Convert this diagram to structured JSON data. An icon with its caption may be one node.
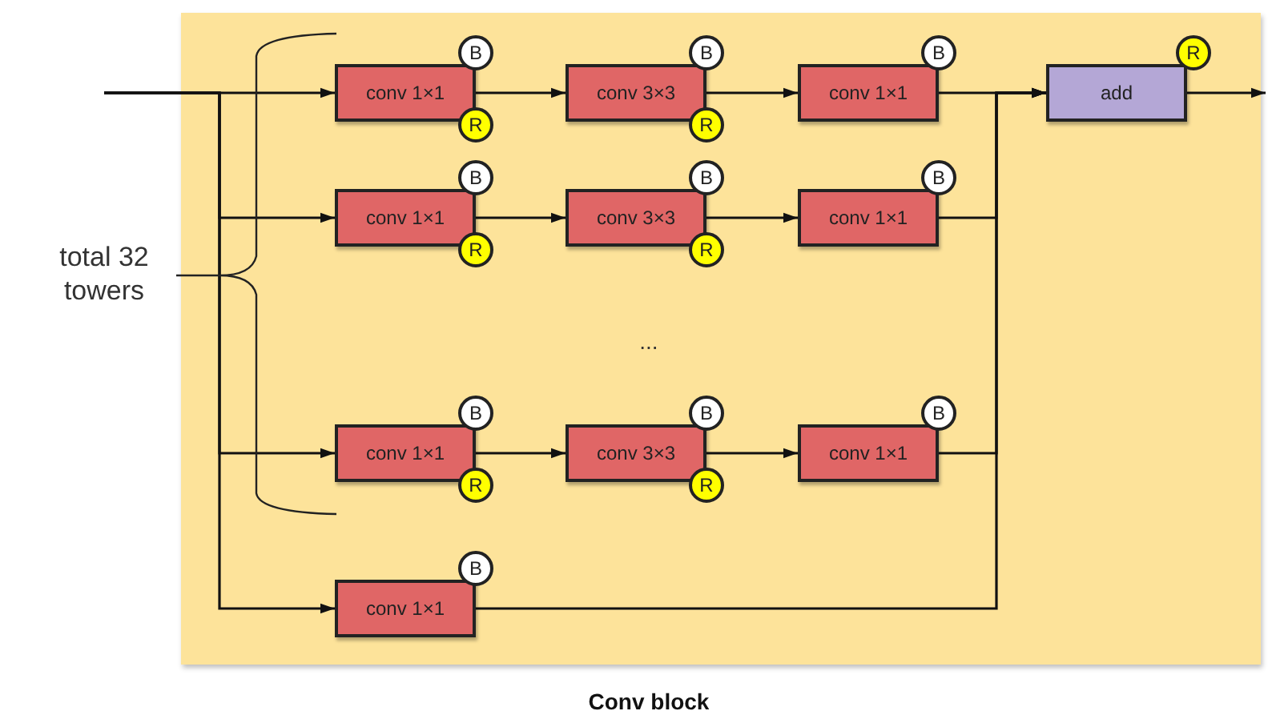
{
  "diagram": {
    "caption": "Conv block",
    "nodes": [
      {
        "text": [],
        "shape": "box"
      },
      {
        "text": [
          "conv 1×1"
        ],
        "in": 0
      },
      {
        "text": [
          "B"
        ],
        "in": 0
      },
      {
        "text": [
          "R"
        ],
        "in": 0
      },
      {
        "text": [
          "conv 3×3"
        ],
        "in": 0
      },
      {
        "text": [
          "B"
        ],
        "in": 0
      },
      {
        "text": [
          "R"
        ],
        "in": 0
      },
      {
        "text": [
          "conv 1×1"
        ],
        "in": 0
      },
      {
        "text": [
          "B"
        ],
        "in": 0
      },
      {
        "text": [
          "add"
        ],
        "in": 0
      },
      {
        "text": [
          "R"
        ],
        "in": 0
      },
      {
        "text": [
          "conv 1×1"
        ],
        "in": 0
      },
      {
        "text": [
          "B"
        ],
        "in": 0
      },
      {
        "text": [
          "R"
        ],
        "in": 0
      },
      {
        "text": [
          "conv 3×3"
        ],
        "in": 0
      },
      {
        "text": [
          "B"
        ],
        "in": 0
      },
      {
        "text": [
          "R"
        ],
        "in": 0
      },
      {
        "text": [
          "conv 1×1"
        ],
        "in": 0
      },
      {
        "text": [
          "B"
        ],
        "in": 0
      },
      {
        "text": [
          "conv 1×1"
        ],
        "in": 0
      },
      {
        "text": [
          "B"
        ],
        "in": 0
      },
      {
        "text": [
          "R"
        ],
        "in": 0
      },
      {
        "text": [
          "conv 3×3"
        ],
        "in": 0
      },
      {
        "text": [
          "B"
        ],
        "in": 0
      },
      {
        "text": [
          "R"
        ],
        "in": 0
      },
      {
        "text": [
          "conv 1×1"
        ],
        "in": 0
      },
      {
        "text": [
          "B"
        ],
        "in": 0
      },
      {
        "text": [
          "conv 1×1"
        ],
        "in": 0
      },
      {
        "text": [
          "B"
        ],
        "in": 0
      }
    ],
    "edges": [
      {
        "from": null,
        "to": 1,
        "arrow": "to"
      },
      {
        "from": null,
        "to": 11,
        "arrow": "to"
      },
      {
        "from": null,
        "to": 19,
        "arrow": "to"
      },
      {
        "from": null,
        "to": 27,
        "arrow": "to"
      },
      {
        "from": 1,
        "to": 4,
        "arrow": "to"
      },
      {
        "from": 4,
        "to": 7,
        "arrow": "to"
      },
      {
        "from": 7,
        "to": 9,
        "arrow": "to"
      },
      {
        "from": 11,
        "to": 14,
        "arrow": "to"
      },
      {
        "from": 14,
        "to": 17,
        "arrow": "to"
      },
      {
        "from": 17,
        "to": 9,
        "arrow": "to"
      },
      {
        "from": 19,
        "to": 22,
        "arrow": "to"
      },
      {
        "from": 22,
        "to": 25,
        "arrow": "to"
      },
      {
        "from": 25,
        "to": 9,
        "arrow": "to"
      },
      {
        "from": 27,
        "to": 9,
        "arrow": "to"
      },
      {
        "from": 9,
        "to": null,
        "arrow": "to"
      }
    ],
    "labels": [
      "total 32 towers",
      "..."
    ]
  }
}
